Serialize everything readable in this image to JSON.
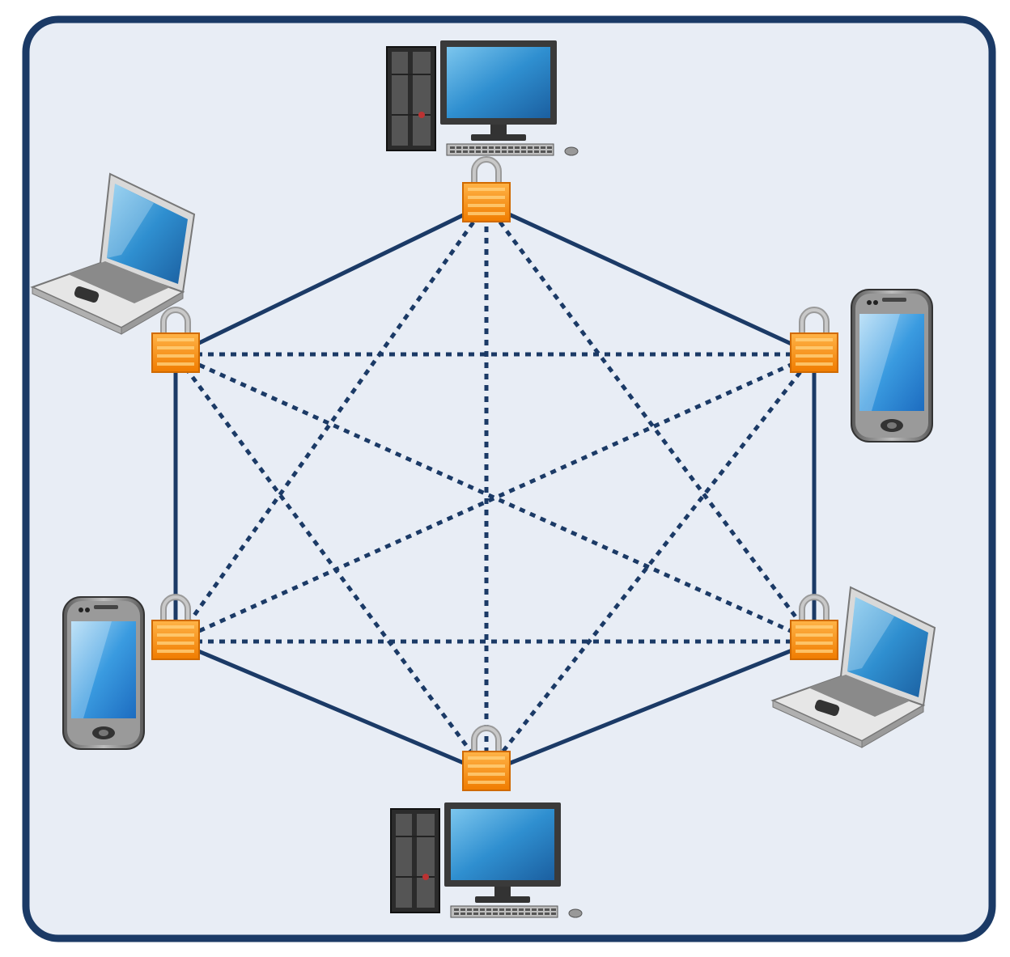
{
  "diagram": {
    "kind": "mesh network of devices with locks",
    "colors": {
      "frame_border": "#1b3a66",
      "frame_fill": "#e8edf5",
      "link": "#1b3a66",
      "lock_body": "#f7941d",
      "lock_stripe": "#ffd07a",
      "lock_shackle": "#c8c8c8",
      "screen": "#2f8fd0",
      "device_dark": "#333333",
      "device_light": "#d6d6d6"
    },
    "nodes": [
      {
        "id": "n-top",
        "device": "desktop-computer",
        "icon": "desktop-computer-icon"
      },
      {
        "id": "n-upper-right",
        "device": "smartphone",
        "icon": "smartphone-icon"
      },
      {
        "id": "n-lower-right",
        "device": "laptop",
        "icon": "laptop-icon"
      },
      {
        "id": "n-bottom",
        "device": "desktop-computer",
        "icon": "desktop-computer-icon"
      },
      {
        "id": "n-lower-left",
        "device": "smartphone",
        "icon": "smartphone-icon"
      },
      {
        "id": "n-upper-left",
        "device": "laptop",
        "icon": "laptop-icon"
      }
    ],
    "solid_links": [
      [
        "n-top",
        "n-upper-right"
      ],
      [
        "n-upper-right",
        "n-lower-right"
      ],
      [
        "n-lower-right",
        "n-bottom"
      ],
      [
        "n-bottom",
        "n-lower-left"
      ],
      [
        "n-lower-left",
        "n-upper-left"
      ],
      [
        "n-upper-left",
        "n-top"
      ]
    ],
    "dashed_links": [
      [
        "n-top",
        "n-lower-right"
      ],
      [
        "n-top",
        "n-bottom"
      ],
      [
        "n-top",
        "n-lower-left"
      ],
      [
        "n-upper-right",
        "n-bottom"
      ],
      [
        "n-upper-right",
        "n-lower-left"
      ],
      [
        "n-upper-right",
        "n-upper-left"
      ],
      [
        "n-lower-right",
        "n-lower-left"
      ],
      [
        "n-lower-right",
        "n-upper-left"
      ],
      [
        "n-bottom",
        "n-upper-left"
      ]
    ]
  }
}
